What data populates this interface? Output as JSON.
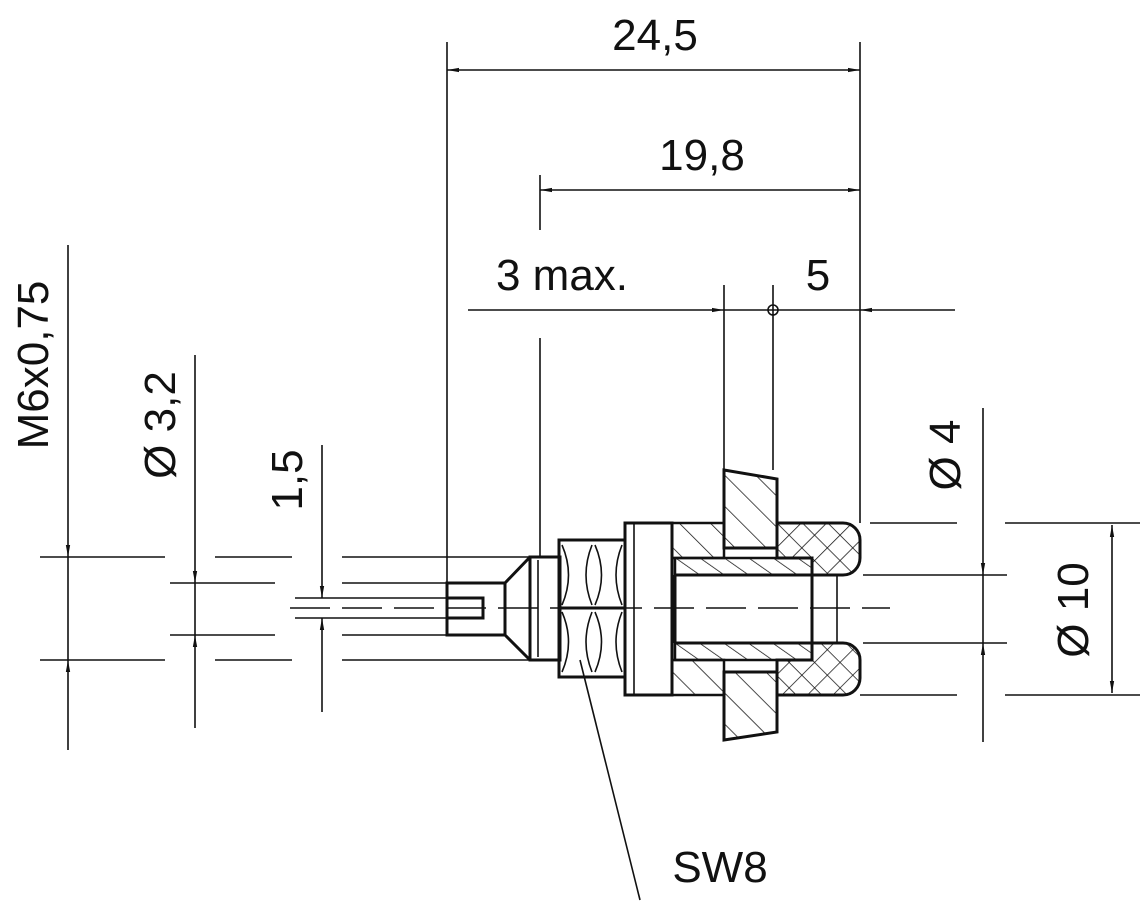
{
  "drawing": {
    "dimensions": {
      "overall_length": "24,5",
      "body_length": "19,8",
      "panel_thickness": "3 max.",
      "front_length": "5",
      "thread": "M6x0,75",
      "tab_diameter": "Ø 3,2",
      "tab_width": "1,5",
      "bore_diameter": "Ø 4",
      "head_diameter": "Ø 10",
      "wrench_size": "SW8"
    },
    "colors": {
      "line": "#111111",
      "background": "#ffffff"
    }
  }
}
